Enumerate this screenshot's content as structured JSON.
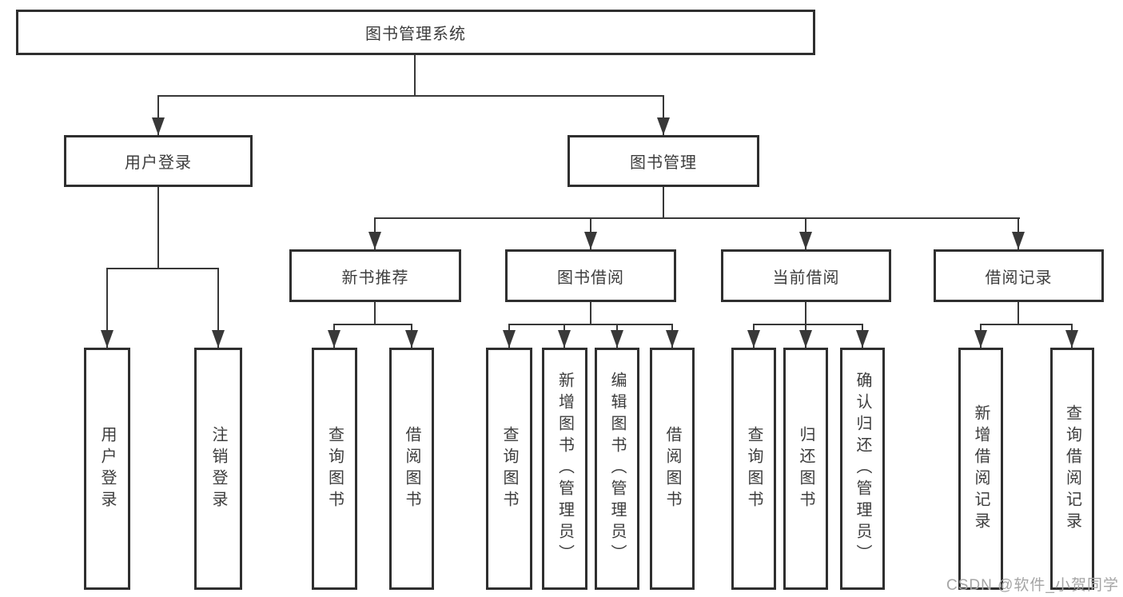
{
  "colors": {
    "line": "#383838",
    "box_border": "#2f2f2f",
    "text": "#3d3d3d",
    "background": "#ffffff",
    "watermark": "#a5a5a5"
  },
  "watermark": {
    "text": "CSDN @软件_小贺同学"
  },
  "tree": {
    "root": {
      "label": "图书管理系统"
    },
    "login": {
      "label": "用户登录",
      "children": {
        "user_login": {
          "label": "用户登录"
        },
        "logout": {
          "label": "注销登录"
        }
      }
    },
    "book_mgmt": {
      "label": "图书管理",
      "children": {
        "new_books": {
          "label": "新书推荐",
          "children": {
            "query_books": {
              "label": "查询图书"
            },
            "borrow_books": {
              "label": "借阅图书"
            }
          }
        },
        "book_borrow": {
          "label": "图书借阅",
          "children": {
            "query_books": {
              "label": "查询图书"
            },
            "add_books_admin": {
              "label": "新增图书（管理员）"
            },
            "edit_books_admin": {
              "label": "编辑图书（管理员）"
            },
            "borrow_books": {
              "label": "借阅图书"
            }
          }
        },
        "current_borrow": {
          "label": "当前借阅",
          "children": {
            "query_books": {
              "label": "查询图书"
            },
            "return_books": {
              "label": "归还图书"
            },
            "confirm_return_admin": {
              "label": "确认归还（管理员）"
            }
          }
        },
        "borrow_records": {
          "label": "借阅记录",
          "children": {
            "add_record": {
              "label": "新增借阅记录"
            },
            "query_record": {
              "label": "查询借阅记录"
            }
          }
        }
      }
    }
  }
}
